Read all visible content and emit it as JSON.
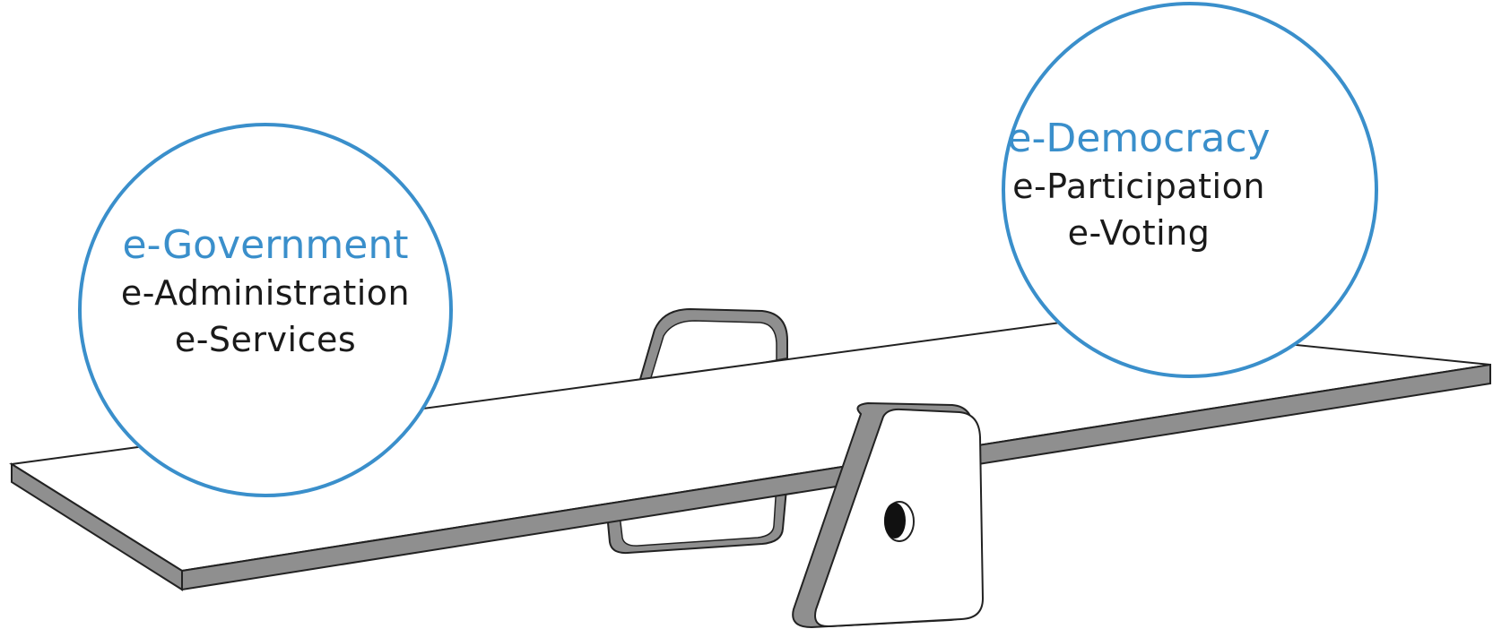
{
  "left_circle": {
    "title": "e-Government",
    "items": [
      "e-Administration",
      "e-Services"
    ]
  },
  "right_circle": {
    "title": "e-Democracy",
    "items": [
      "e-Participation",
      "e-Voting"
    ]
  },
  "colors": {
    "accent": "#3a8fcb",
    "text": "#1a1a1a",
    "outline": "#222222",
    "side_fill": "#8f8f8f",
    "board_fill": "#ffffff"
  }
}
